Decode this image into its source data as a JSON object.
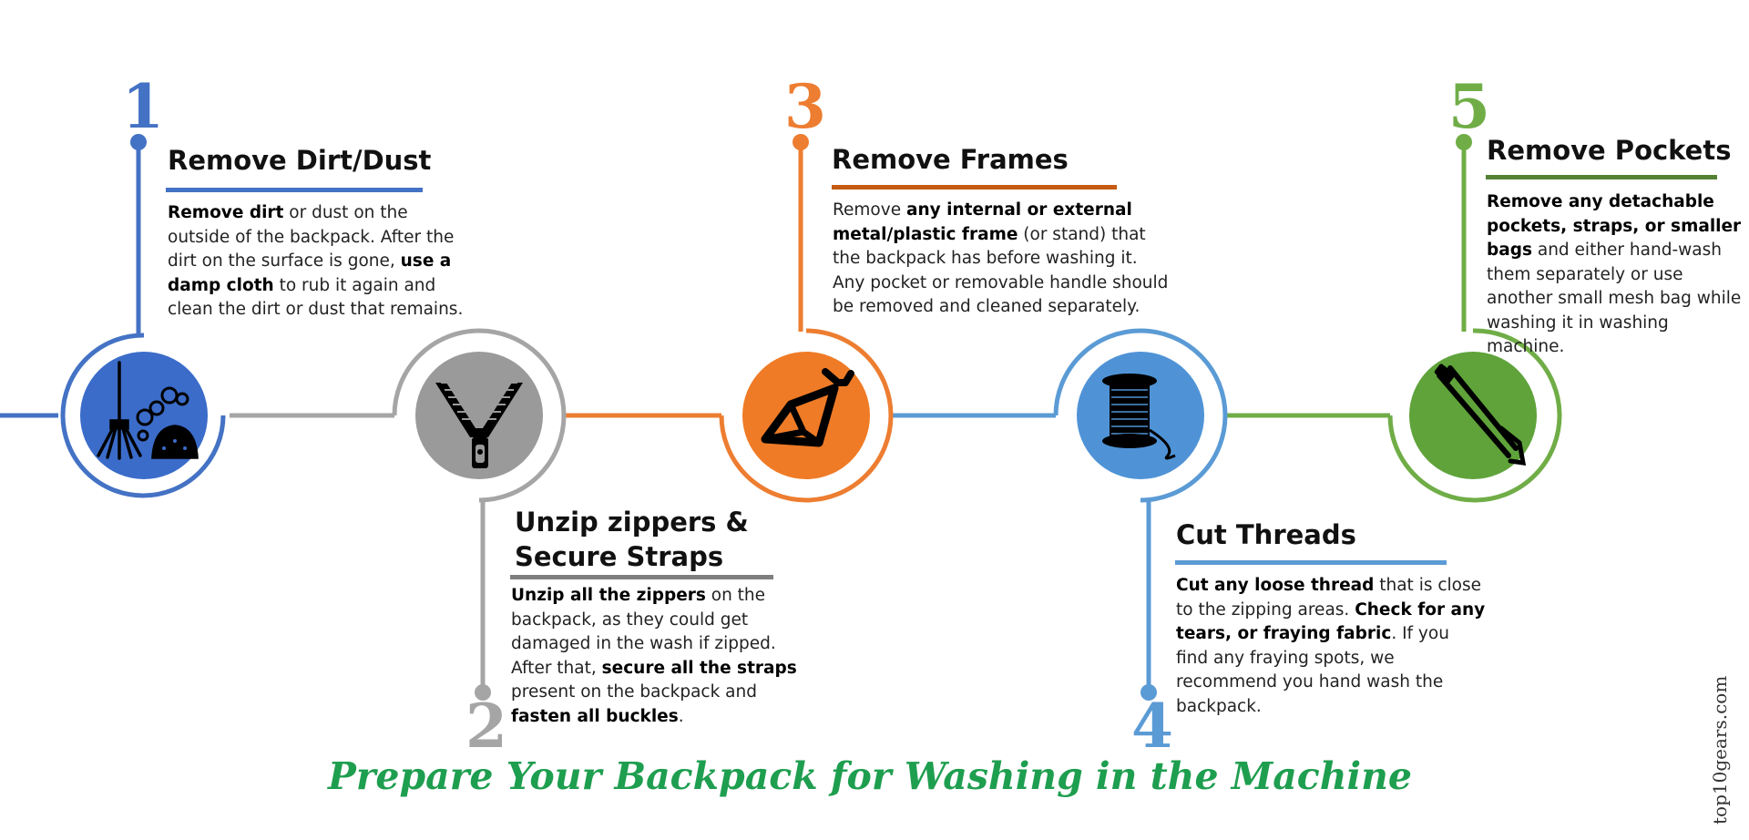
{
  "title": "Prepare Your Backpack for Washing in the Machine",
  "watermark": "top10gears.com",
  "colors": {
    "blue": "#4472c4",
    "gray": "#a5a5a5",
    "orange": "#ed7d31",
    "light_blue": "#5b9bd5",
    "green": "#70ad47",
    "title_green": "#1e9e4f"
  },
  "steps": [
    {
      "number": "1",
      "title": "Remove Dirt/Dust",
      "icon": "broom-dust-icon",
      "text": [
        {
          "t": "Remove dirt",
          "b": true
        },
        {
          "t": " or dust on the outside of the backpack.  After the dirt on the surface is gone, "
        },
        {
          "t": "use a damp cloth",
          "b": true
        },
        {
          "t": " to rub it again and clean the dirt or dust that remains."
        }
      ]
    },
    {
      "number": "2",
      "title": "Unzip zippers & Secure Straps",
      "icon": "zipper-icon",
      "text": [
        {
          "t": "Unzip all the zippers",
          "b": true
        },
        {
          "t": " on the backpack, as they could get damaged in the wash if zipped. After that, "
        },
        {
          "t": "secure all the straps",
          "b": true
        },
        {
          "t": " present on the backpack and "
        },
        {
          "t": "fasten all buckles",
          "b": true
        },
        {
          "t": "."
        }
      ]
    },
    {
      "number": "3",
      "title": "Remove Frames",
      "icon": "frame-icon",
      "text": [
        {
          "t": "Remove "
        },
        {
          "t": "any internal or external metal/plastic frame",
          "b": true
        },
        {
          "t": " (or stand) that the backpack has before washing it. Any pocket or removable handle should be removed and cleaned separately."
        }
      ]
    },
    {
      "number": "4",
      "title": "Cut Threads",
      "icon": "thread-spool-icon",
      "text": [
        {
          "t": "Cut any loose thread",
          "b": true
        },
        {
          "t": " that is close to the zipping areas. "
        },
        {
          "t": "Check for any tears, or fraying fabric",
          "b": true
        },
        {
          "t": ". If you find any fraying spots, we recommend you hand wash the backpack."
        }
      ]
    },
    {
      "number": "5",
      "title": "Remove Pockets",
      "icon": "strap-icon",
      "text": [
        {
          "t": " Remove any detachable pockets, straps, or smaller bags",
          "b": true
        },
        {
          "t": " and either hand-wash them separately or use another small mesh bag while washing it in washing machine."
        }
      ]
    }
  ]
}
